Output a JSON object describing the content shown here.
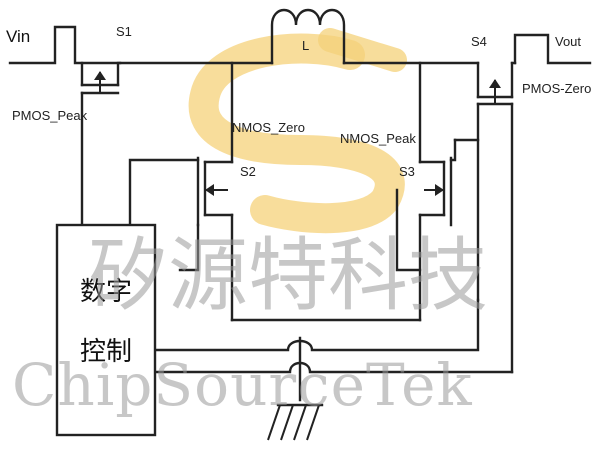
{
  "labels": {
    "vin": "Vin",
    "s1": "S1",
    "inductor": "L",
    "s4": "S4",
    "vout": "Vout",
    "pmos_peak": "PMOS_Peak",
    "pmos_zero": "PMOS-Zero",
    "nmos_zero": "NMOS_Zero",
    "nmos_peak": "NMOS_Peak",
    "s2": "S2",
    "s3": "S3"
  },
  "controller": {
    "line1": "数字",
    "line2": "控制"
  },
  "watermark": {
    "chinese": "矽源特科技",
    "english": "ChipSourceTek",
    "logo_color": "#f5d27a"
  }
}
